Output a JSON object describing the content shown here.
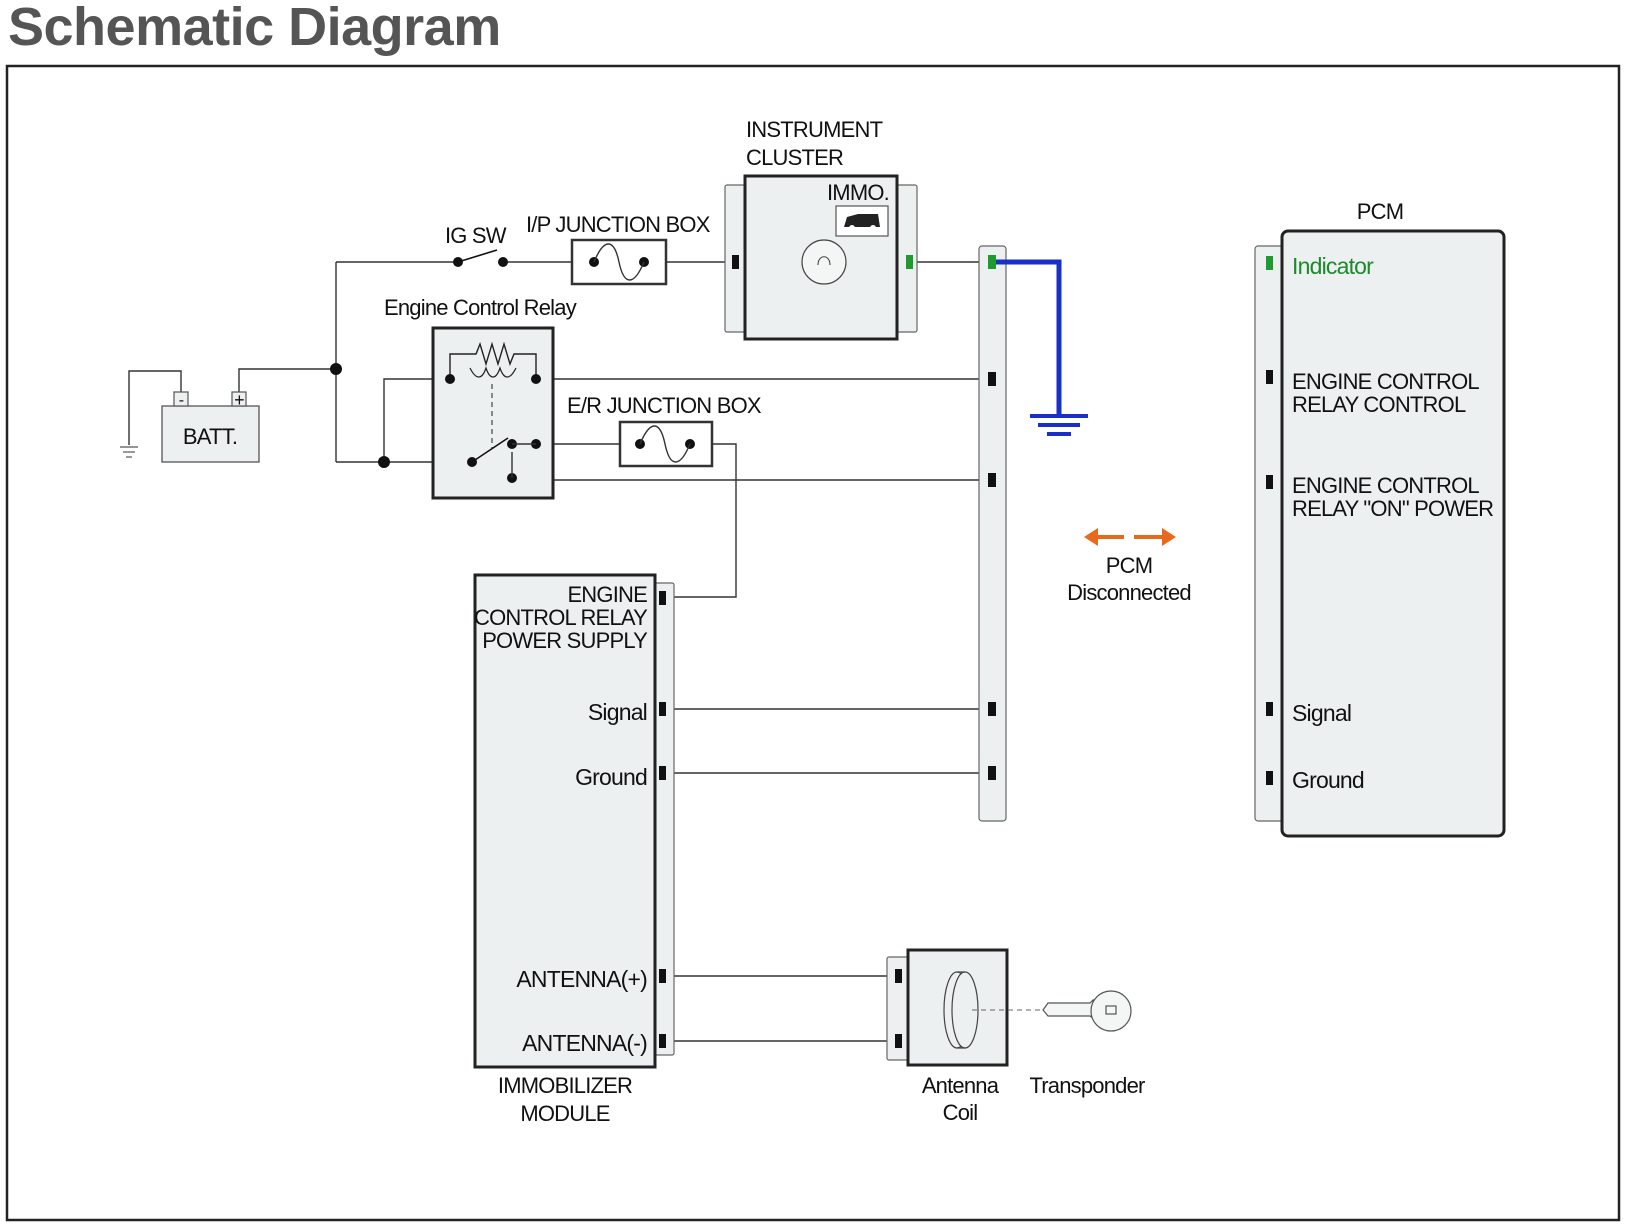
{
  "page_title": "Schematic Diagram",
  "colors": {
    "title": "#555555",
    "indicator_text": "#1b8a2a",
    "ground_wire": "#1a2fc8",
    "disconnect_arrow": "#e8681c",
    "box_fill": "#ecf0f0"
  },
  "components": {
    "battery": {
      "label": "BATT.",
      "neg": "-",
      "pos": "+"
    },
    "ig_switch": {
      "label": "IG SW"
    },
    "ip_junction_box": {
      "label": "I/P JUNCTION BOX"
    },
    "engine_control_relay": {
      "label": "Engine Control Relay"
    },
    "er_junction_box": {
      "label": "E/R JUNCTION BOX"
    },
    "instrument_cluster": {
      "label_line1": "INSTRUMENT",
      "label_line2": "CLUSTER",
      "immo_label": "IMMO."
    },
    "immobilizer_module": {
      "label_line1": "IMMOBILIZER",
      "label_line2": "MODULE",
      "pins": {
        "power_line1": "ENGINE",
        "power_line2": "CONTROL RELAY",
        "power_line3": "POWER SUPPLY",
        "signal": "Signal",
        "ground": "Ground",
        "antenna_pos": "ANTENNA(+)",
        "antenna_neg": "ANTENNA(-)"
      }
    },
    "antenna_coil": {
      "label_line1": "Antenna",
      "label_line2": "Coil"
    },
    "transponder": {
      "label": "Transponder"
    },
    "pcm": {
      "label": "PCM",
      "pins": {
        "indicator": "Indicator",
        "ecr_control_line1": "ENGINE CONTROL",
        "ecr_control_line2": "RELAY CONTROL",
        "ecr_on_line1": "ENGINE CONTROL",
        "ecr_on_line2": "RELAY \"ON\" POWER",
        "signal": "Signal",
        "ground": "Ground"
      }
    }
  },
  "status": {
    "line1": "PCM",
    "line2": "Disconnected"
  }
}
